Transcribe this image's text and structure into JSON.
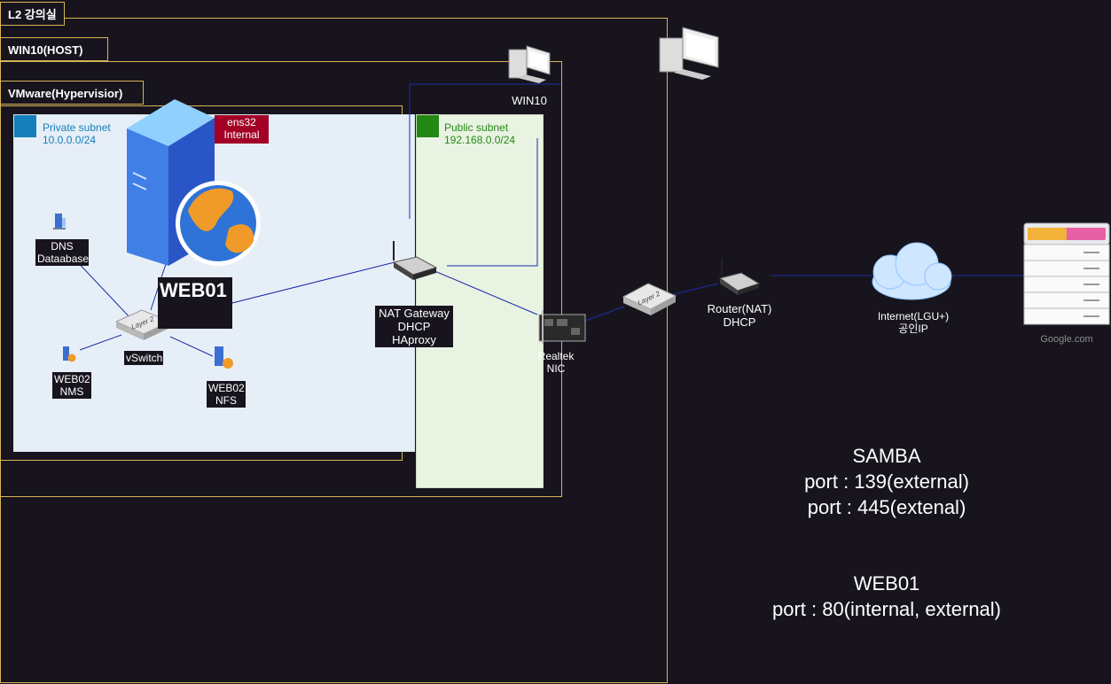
{
  "frames": {
    "l2_room": "L2 강의실",
    "win10_host": "WIN10(HOST)",
    "vmware": "VMware(Hypervisior)"
  },
  "subnets": {
    "private": {
      "name": "Private subnet",
      "cidr": "10.0.0.0/24"
    },
    "public": {
      "name": "Public subnet",
      "cidr": "192.168.0.0/24"
    }
  },
  "nodes": {
    "ens32": "ens32\nInternal",
    "web01": "WEB01",
    "dns": "DNS\nDataabase",
    "vswitch": "vSwitch",
    "vswitch_icon_text": "Layer 2",
    "web02_nms": "WEB02\nNMS",
    "web02_nfs": "WEB02\nNFS",
    "nat_gateway": "NAT Gateway\nDHCP\nHAproxy",
    "win10": "WIN10",
    "realtek": "Realtek\nNIC",
    "l2_switch_icon_text": "Layer 2",
    "router": "Router(NAT)\nDHCP",
    "internet": "Internet(LGU+)\n공인IP",
    "google": "Google.com"
  },
  "notes": {
    "samba": "SAMBA\nport : 139(external)\nport : 445(extenal)",
    "web01": "WEB01\nport : 80(internal, external)"
  },
  "colors": {
    "background": "#18141d",
    "frame_border": "#d6b656",
    "private_fill": "#e6eff7",
    "private_accent": "#147eba",
    "public_fill": "#e9f3e2",
    "public_accent": "#248814",
    "link": "#1a2ea8",
    "ens32_fill": "#a20025"
  }
}
